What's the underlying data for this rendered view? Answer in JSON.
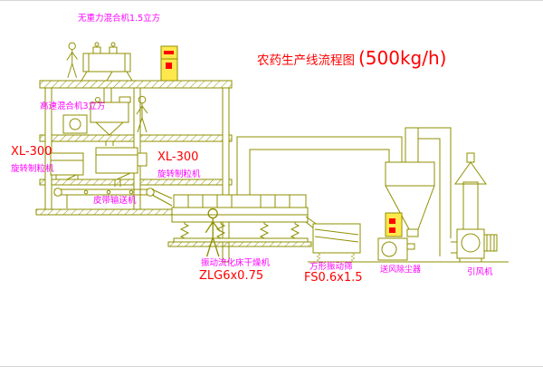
{
  "title": {
    "text": "农药生产线流程图",
    "capacity": "(500kg/h)"
  },
  "equipment_labels": {
    "gravity_mixer": "无重力混合机1.5立方",
    "high_speed_mixer": "高速混合机3立方",
    "left_granulator_model": "XL-300",
    "left_granulator_name": "旋转制粒机",
    "mid_granulator_model": "XL-300",
    "mid_granulator_name": "旋转制粒机",
    "belt_conveyor": "皮带输送机",
    "fluid_bed_dryer_name": "振动流化床干燥机",
    "fluid_bed_dryer_model": "ZLG6x0.75",
    "square_sieve_name": "方形振动筛",
    "square_sieve_model": "FS0.6x1.5",
    "blower_dust_collector": "送风除尘器",
    "induced_draft_fan": "引风机"
  },
  "icons": {
    "person": "person-icon",
    "control_cabinet": "control-cabinet",
    "spring": "spring-support-icon"
  },
  "colors": {
    "equipment_line": "#8f8f00",
    "label_text": "#ff00ff",
    "model_text": "#ff0000",
    "cabinet_fill": "#ffe84d",
    "indicator_red": "#ff0000",
    "background": "#ffffff"
  }
}
